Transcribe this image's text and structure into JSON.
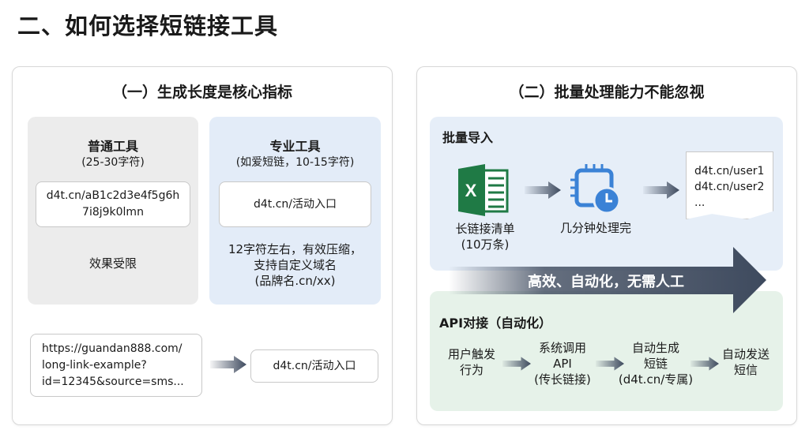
{
  "title": "二、如何选择短链接工具",
  "left": {
    "heading": "（一）生成长度是核心指标",
    "normal": {
      "name": "普通工具",
      "sub": "(25-30字符)",
      "example_line1": "d4t.cn/aB1c2d3e4f5g6h",
      "example_line2": "7i8j9k0lmn",
      "note": "效果受限"
    },
    "pro": {
      "name": "专业工具",
      "sub": "(如爱短链，10-15字符)",
      "example": "d4t.cn/活动入口",
      "note_line1": "12字符左右，有效压缩，",
      "note_line2": "支持自定义域名",
      "note_line3": "(品牌名.cn/xx)"
    },
    "long_url": [
      "https://guandan888.com/",
      "long-link-example?",
      "id=12345&source=sms..."
    ],
    "short_url": "d4t.cn/活动入口"
  },
  "right": {
    "heading": "（二）批量处理能力不能忽视",
    "batch": {
      "title": "批量导入",
      "excel_label_line1": "长链接清单",
      "excel_label_line2": "(10万条)",
      "process_label": "几分钟处理完",
      "output": [
        "d4t.cn/user1",
        "d4t.cn/user2",
        "..."
      ]
    },
    "banner": "高效、自动化，无需人工",
    "api": {
      "title": "API对接（自动化）",
      "steps": [
        [
          "用户触发",
          "行为"
        ],
        [
          "系统调用",
          "API",
          "(传长链接)"
        ],
        [
          "自动生成",
          "短链",
          "(d4t.cn/专属)"
        ],
        [
          "自动发送",
          "短信"
        ]
      ]
    }
  },
  "colors": {
    "excel": "#1f7a45",
    "chip": "#3b82d6",
    "arrow": "#3e4a5e"
  }
}
